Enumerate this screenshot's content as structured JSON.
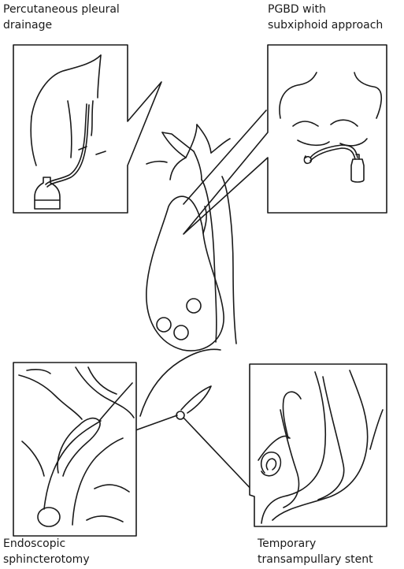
{
  "labels": {
    "top_left": [
      "Percutaneous pleural",
      "drainage"
    ],
    "top_right": [
      "PGBD with",
      "subxiphoid approach"
    ],
    "bottom_left": [
      "Endoscopic",
      "sphincterotomy"
    ],
    "bottom_right": [
      "Temporary",
      "transampullary stent"
    ]
  },
  "colors": {
    "line": "#1a1a1a",
    "background": "#ffffff"
  }
}
